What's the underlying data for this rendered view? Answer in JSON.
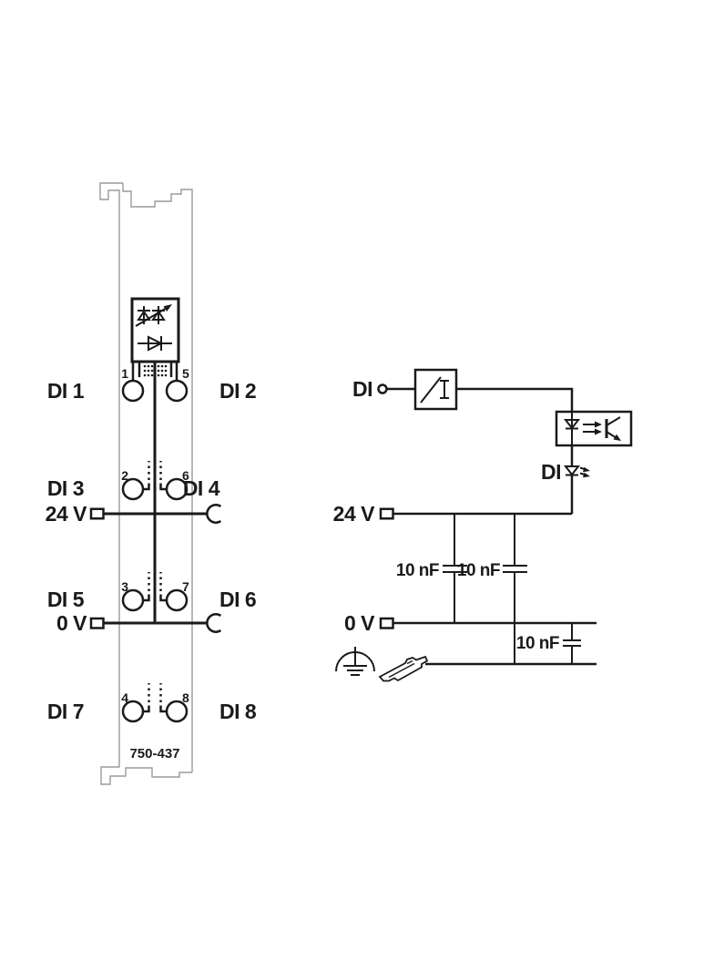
{
  "left_module": {
    "io_labels": {
      "di1": "DI 1",
      "di2": "DI 2",
      "di3": "DI 3",
      "di4": "DI 4",
      "di5": "DI 5",
      "di6": "DI 6",
      "di7": "DI 7",
      "di8": "DI 8"
    },
    "terminal_numbers": {
      "t1": "1",
      "t2": "2",
      "t3": "3",
      "t4": "4",
      "t5": "5",
      "t6": "6",
      "t7": "7",
      "t8": "8"
    },
    "power_labels": {
      "v24": "24 V",
      "v0": "0 V"
    },
    "part_number": "750-437"
  },
  "right_circuit": {
    "input_label": "DI",
    "led_label": "DI",
    "power_labels": {
      "v24": "24 V",
      "v0": "0 V"
    },
    "capacitors": {
      "c1": "10 nF",
      "c2": "10 nF",
      "c3": "10 nF"
    }
  },
  "colors": {
    "line": "#1a1a1a",
    "module_outline": "#9a9a9a",
    "background": "#ffffff"
  }
}
